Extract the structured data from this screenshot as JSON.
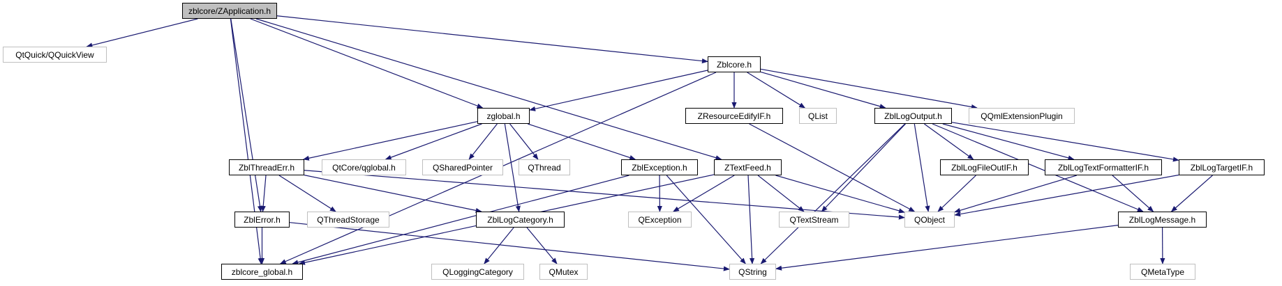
{
  "diagram": {
    "title": "zblcore/ZApplication.h",
    "edge_color": "#191970",
    "colors": {
      "root_fill": "#bfbfbf",
      "local_border": "#000000",
      "external_border": "#bfbfbf"
    },
    "nodes": [
      {
        "id": "zapplication",
        "label": "zblcore/ZApplication.h",
        "kind": "root"
      },
      {
        "id": "qquickview",
        "label": "QtQuick/QQuickView",
        "kind": "external"
      },
      {
        "id": "zblcore",
        "label": "Zblcore.h",
        "kind": "local"
      },
      {
        "id": "zglobal",
        "label": "zglobal.h",
        "kind": "local"
      },
      {
        "id": "zresourceedifyif",
        "label": "ZResourceEdifyIF.h",
        "kind": "local"
      },
      {
        "id": "qlist",
        "label": "QList",
        "kind": "external"
      },
      {
        "id": "zbllogoutput",
        "label": "ZblLogOutput.h",
        "kind": "local"
      },
      {
        "id": "qqmlextensionplugin",
        "label": "QQmlExtensionPlugin",
        "kind": "external"
      },
      {
        "id": "zblthreaderr",
        "label": "ZblThreadErr.h",
        "kind": "local"
      },
      {
        "id": "qtcoreqglobal",
        "label": "QtCore/qglobal.h",
        "kind": "external"
      },
      {
        "id": "qsharedpointer",
        "label": "QSharedPointer",
        "kind": "external"
      },
      {
        "id": "qthread",
        "label": "QThread",
        "kind": "external"
      },
      {
        "id": "zblexception",
        "label": "ZblException.h",
        "kind": "local"
      },
      {
        "id": "ztextfeed",
        "label": "ZTextFeed.h",
        "kind": "local"
      },
      {
        "id": "zbllogfileoutif",
        "label": "ZblLogFileOutIF.h",
        "kind": "local"
      },
      {
        "id": "zbllogtextformatterif",
        "label": "ZblLogTextFormatterIF.h",
        "kind": "local"
      },
      {
        "id": "zbllogtargetif",
        "label": "ZblLogTargetIF.h",
        "kind": "local"
      },
      {
        "id": "zblerror",
        "label": "ZblError.h",
        "kind": "local"
      },
      {
        "id": "qthreadstorage",
        "label": "QThreadStorage",
        "kind": "external"
      },
      {
        "id": "zbllogcategory",
        "label": "ZblLogCategory.h",
        "kind": "local"
      },
      {
        "id": "qexception",
        "label": "QException",
        "kind": "external"
      },
      {
        "id": "qtextstream",
        "label": "QTextStream",
        "kind": "external"
      },
      {
        "id": "qobject",
        "label": "QObject",
        "kind": "external"
      },
      {
        "id": "zbllogmessage",
        "label": "ZblLogMessage.h",
        "kind": "local"
      },
      {
        "id": "zblcore_global",
        "label": "zblcore_global.h",
        "kind": "local"
      },
      {
        "id": "qloggingcategory",
        "label": "QLoggingCategory",
        "kind": "external"
      },
      {
        "id": "qmutex",
        "label": "QMutex",
        "kind": "external"
      },
      {
        "id": "qstring",
        "label": "QString",
        "kind": "external"
      },
      {
        "id": "qmetatype",
        "label": "QMetaType",
        "kind": "external"
      }
    ],
    "edges": [
      [
        "zapplication",
        "qquickview"
      ],
      [
        "zapplication",
        "zblcore"
      ],
      [
        "zapplication",
        "zglobal"
      ],
      [
        "zapplication",
        "ztextfeed"
      ],
      [
        "zapplication",
        "zblerror"
      ],
      [
        "zapplication",
        "zblcore_global"
      ],
      [
        "zblcore",
        "zglobal"
      ],
      [
        "zblcore",
        "zresourceedifyif"
      ],
      [
        "zblcore",
        "qlist"
      ],
      [
        "zblcore",
        "zbllogoutput"
      ],
      [
        "zblcore",
        "qqmlextensionplugin"
      ],
      [
        "zblcore",
        "zblcore_global"
      ],
      [
        "zglobal",
        "zblthreaderr"
      ],
      [
        "zglobal",
        "qtcoreqglobal"
      ],
      [
        "zglobal",
        "qsharedpointer"
      ],
      [
        "zglobal",
        "qthread"
      ],
      [
        "zglobal",
        "zblexception"
      ],
      [
        "zglobal",
        "zbllogcategory"
      ],
      [
        "zresourceedifyif",
        "qobject"
      ],
      [
        "zbllogoutput",
        "qtextstream"
      ],
      [
        "zbllogoutput",
        "qstring"
      ],
      [
        "zbllogoutput",
        "qobject"
      ],
      [
        "zbllogoutput",
        "zbllogfileoutif"
      ],
      [
        "zbllogoutput",
        "zbllogtextformatterif"
      ],
      [
        "zbllogoutput",
        "zbllogtargetif"
      ],
      [
        "zbllogoutput",
        "zbllogmessage"
      ],
      [
        "zblthreaderr",
        "zblerror"
      ],
      [
        "zblthreaderr",
        "qthreadstorage"
      ],
      [
        "zblthreaderr",
        "zbllogcategory"
      ],
      [
        "zblthreaderr",
        "qobject"
      ],
      [
        "zblexception",
        "zblcore_global"
      ],
      [
        "zblexception",
        "qexception"
      ],
      [
        "zblexception",
        "qstring"
      ],
      [
        "ztextfeed",
        "qexception"
      ],
      [
        "ztextfeed",
        "zblcore_global"
      ],
      [
        "ztextfeed",
        "qstring"
      ],
      [
        "ztextfeed",
        "qtextstream"
      ],
      [
        "ztextfeed",
        "qobject"
      ],
      [
        "zbllogfileoutif",
        "qobject"
      ],
      [
        "zbllogtextformatterif",
        "qobject"
      ],
      [
        "zbllogtextformatterif",
        "zbllogmessage"
      ],
      [
        "zbllogtargetif",
        "qobject"
      ],
      [
        "zbllogtargetif",
        "zbllogmessage"
      ],
      [
        "zblerror",
        "zblcore_global"
      ],
      [
        "zblerror",
        "qstring"
      ],
      [
        "zbllogcategory",
        "qloggingcategory"
      ],
      [
        "zbllogcategory",
        "qmutex"
      ],
      [
        "zbllogmessage",
        "qstring"
      ],
      [
        "zbllogmessage",
        "qmetatype"
      ]
    ]
  }
}
